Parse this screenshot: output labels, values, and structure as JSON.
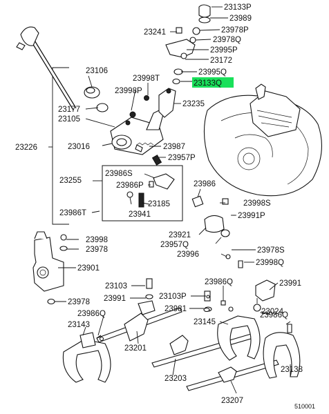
{
  "diagram": {
    "highlight_color": "#19e05a",
    "diagram_code": "510001",
    "part_labels": [
      "23133P",
      "23989",
      "23978P",
      "23241",
      "23978Q",
      "23995P",
      "23172",
      "23995Q",
      "23133Q",
      "23106",
      "23998T",
      "23998P",
      "23235",
      "23177",
      "23105",
      "23226",
      "23016",
      "23987",
      "23957P",
      "23255",
      "23986S",
      "23986P",
      "23185",
      "23941",
      "23986T",
      "23986",
      "23998S",
      "23991P",
      "23921",
      "23957Q",
      "23996",
      "23998",
      "23978",
      "23901",
      "23978S",
      "23998Q",
      "23103",
      "23991",
      "23103P",
      "23986Q",
      "23024",
      "23991",
      "23981",
      "23978",
      "23986Q",
      "23145",
      "23143",
      "23986Q",
      "23201",
      "23203",
      "23138",
      "23207"
    ]
  }
}
